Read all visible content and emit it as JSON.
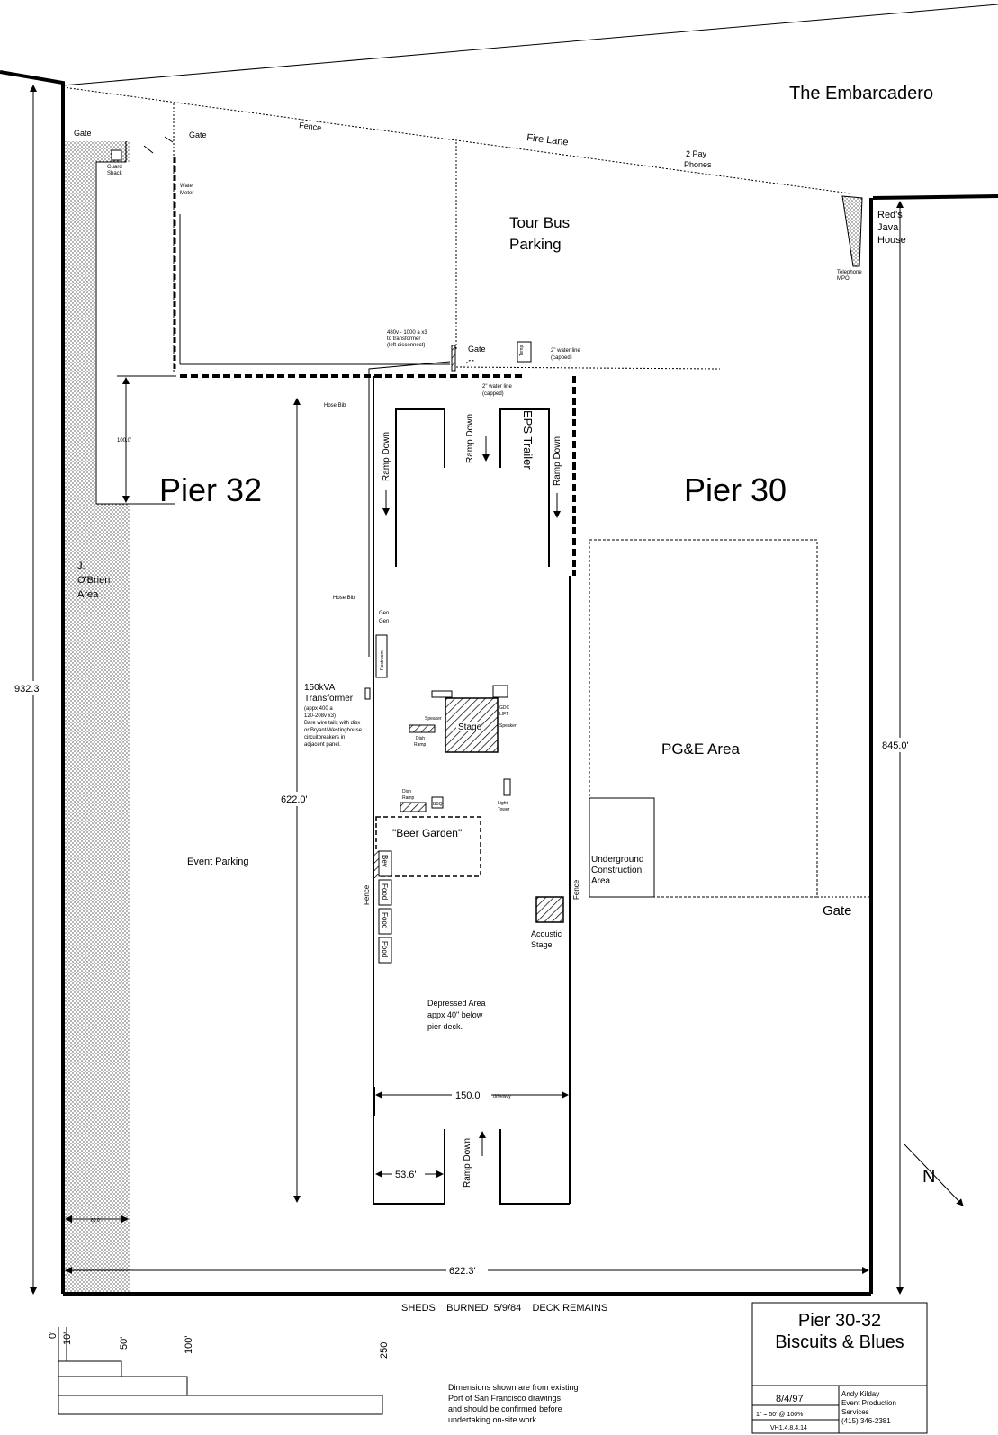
{
  "street": "The Embarcadero",
  "labels": {
    "gate_left": "Gate",
    "gate_top": "Gate",
    "gate_mid": "Gate",
    "gate_right": "Gate",
    "fence_top": "Fence",
    "fire_lane": "Fire Lane",
    "pay_phones_1": "2 Pay",
    "pay_phones_2": "Phones",
    "guard_shack_1": "Guard",
    "guard_shack_2": "Shack",
    "water_meter_1": "Water",
    "water_meter_2": "Meter",
    "tour_bus_1": "Tour Bus",
    "tour_bus_2": "Parking",
    "reds_1": "Red's",
    "reds_2": "Java",
    "reds_3": "House",
    "telephone_1": "Telephone",
    "telephone_2": "MPO",
    "power_1": "480v - 1000 a x3",
    "power_2": "to transformer",
    "power_3": "(left disconnect)",
    "water_line_1": "2\" water line",
    "water_line_2": "(capped)",
    "water_line_3": "2\" water line",
    "water_line_4": "(capped)",
    "temp": "Temp",
    "hose_bib_1": "Hose Bib",
    "hose_bib_2": "Hose Bib",
    "ramp_down_1": "Ramp Down",
    "ramp_down_2": "Ramp Down",
    "ramp_down_3": "Ramp Down",
    "ramp_down_4": "Ramp Down",
    "eps_trailer": "EPS Trailer",
    "pier32": "Pier 32",
    "pier30": "Pier 30",
    "dim_100": "100.0'",
    "obrien_1": "J.",
    "obrien_2": "O'Brien",
    "obrien_3": "Area",
    "gen_1": "Gen",
    "gen_2": "Gen",
    "restroom": "Restroom",
    "transformer_1": "150kVA",
    "transformer_2": "Transformer",
    "transformer_3": "(appx 400 a",
    "transformer_4": "120-208v x3)",
    "transformer_5": "Bare wire tails with disx",
    "transformer_6": "or Bryant/Westinghouse",
    "transformer_7": "circuitbreakers in",
    "transformer_8": "adjacent panel.",
    "dim_932": "932.3'",
    "dim_622": "622.0'",
    "dim_845": "845.0'",
    "stage": "Stage",
    "speaker_1": "Speaker",
    "speaker_2": "Speaker",
    "gdc_1": "GDC",
    "gdc_2": "LIFT",
    "dish_ramp_1": "Dish",
    "dish_ramp_2": "Ramp",
    "dish_ramp_3": "Dish",
    "dish_ramp_4": "Ramp",
    "bbq": "BBQ",
    "light_tower_1": "Light",
    "light_tower_2": "Tower",
    "pge": "PG&E Area",
    "beer_garden": "\"Beer Garden\"",
    "bev": "Bev",
    "food_1": "Food",
    "food_2": "Food",
    "food_3": "Food",
    "fence_left": "Fence",
    "fence_right": "Fence",
    "event_parking": "Event Parking",
    "underground_1": "Underground",
    "underground_2": "Construction",
    "underground_3": "Area",
    "acoustic_1": "Acoustic",
    "acoustic_2": "Stage",
    "depressed_1": "Depressed Area",
    "depressed_2": "appx 40\" below",
    "depressed_3": "pier deck.",
    "dim_150": "150.0'",
    "driveway": "driveway",
    "dim_53": "53.6'",
    "north": "N",
    "dim_60": "60.0'",
    "dim_622_3": "622.3'",
    "sheds": "SHEDS    BURNED  5/9/84    DECK REMAINS",
    "scale_0": "0'",
    "scale_10": "10'",
    "scale_50": "50'",
    "scale_100": "100'",
    "scale_250": "250'",
    "disclaimer_1": "Dimensions shown are from existing",
    "disclaimer_2": "Port of San Francisco drawings",
    "disclaimer_3": "and should be confirmed before",
    "disclaimer_4": "undertaking on-site work."
  },
  "title_block": {
    "title_1": "Pier 30-32",
    "title_2": "Biscuits & Blues",
    "date": "8/4/97",
    "scale": "1\" = 50' @ 100%",
    "version": "VH1.4.8.4.14",
    "author_1": "Andy Kilday",
    "author_2": "Event Production",
    "author_3": "Services",
    "author_4": "(415) 346-2381"
  }
}
